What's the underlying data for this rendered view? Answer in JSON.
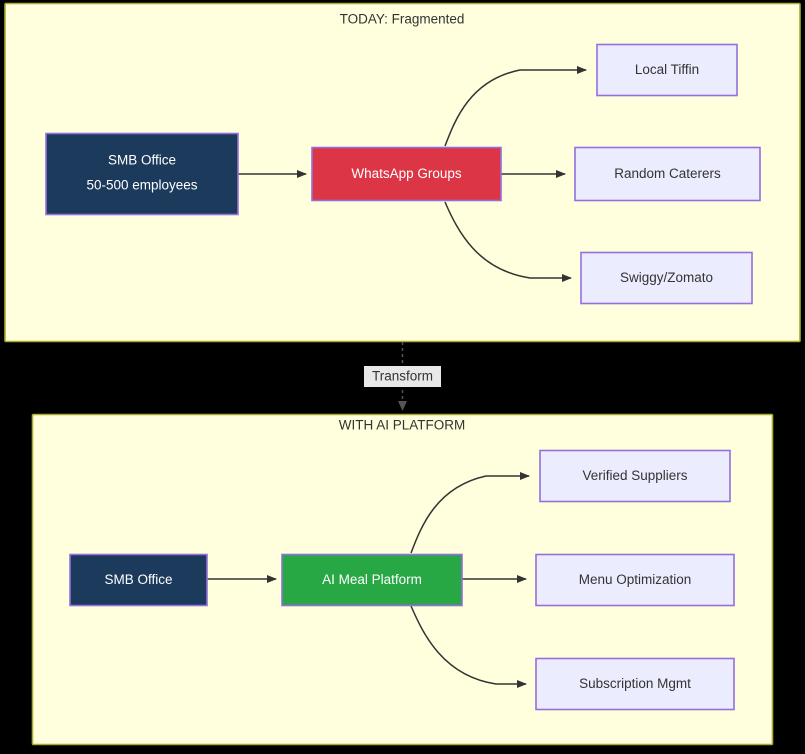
{
  "diagram": {
    "type": "flowchart",
    "direction": "left-to-right",
    "background_color": "#000000",
    "clusters": [
      {
        "id": "today",
        "title": "TODAY: Fragmented",
        "fill": "#ffffde",
        "stroke": "#aaaa33"
      },
      {
        "id": "platform",
        "title": "WITH AI PLATFORM",
        "fill": "#ffffde",
        "stroke": "#aaaa33"
      }
    ],
    "nodes": [
      {
        "id": "smb-office-today",
        "label_line1": "SMB Office",
        "label_line2": "50-500 employees",
        "style": "dark-node",
        "fill": "#1b3a5c",
        "text_color": "#ffffff"
      },
      {
        "id": "whatsapp-groups",
        "label": "WhatsApp Groups",
        "style": "red-node",
        "fill": "#dc3545",
        "text_color": "#ffffff"
      },
      {
        "id": "local-tiffin",
        "label": "Local Tiffin",
        "style": "default-node",
        "fill": "#ececff",
        "text_color": "#333333"
      },
      {
        "id": "random-caterers",
        "label": "Random Caterers",
        "style": "default-node",
        "fill": "#ececff",
        "text_color": "#333333"
      },
      {
        "id": "swiggy-zomato",
        "label": "Swiggy/Zomato",
        "style": "default-node",
        "fill": "#ececff",
        "text_color": "#333333"
      },
      {
        "id": "smb-office-platform",
        "label": "SMB Office",
        "style": "dark-node",
        "fill": "#1b3a5c",
        "text_color": "#ffffff"
      },
      {
        "id": "ai-meal-platform",
        "label": "AI Meal Platform",
        "style": "green-node",
        "fill": "#28a745",
        "text_color": "#ffffff"
      },
      {
        "id": "verified-suppliers",
        "label": "Verified Suppliers",
        "style": "default-node",
        "fill": "#ececff",
        "text_color": "#333333"
      },
      {
        "id": "menu-optimization",
        "label": "Menu Optimization",
        "style": "default-node",
        "fill": "#ececff",
        "text_color": "#333333"
      },
      {
        "id": "subscription-mgmt",
        "label": "Subscription Mgmt",
        "style": "default-node",
        "fill": "#ececff",
        "text_color": "#333333"
      }
    ],
    "edges": [
      {
        "id": "e1",
        "from": "smb-office-today",
        "to": "whatsapp-groups",
        "label": "",
        "style": "solid"
      },
      {
        "id": "e2",
        "from": "whatsapp-groups",
        "to": "local-tiffin",
        "label": "",
        "style": "solid"
      },
      {
        "id": "e3",
        "from": "whatsapp-groups",
        "to": "random-caterers",
        "label": "",
        "style": "solid"
      },
      {
        "id": "e4",
        "from": "whatsapp-groups",
        "to": "swiggy-zomato",
        "label": "",
        "style": "solid"
      },
      {
        "id": "e5",
        "from": "today",
        "to": "platform",
        "label": "Transform",
        "style": "dashed"
      },
      {
        "id": "e6",
        "from": "smb-office-platform",
        "to": "ai-meal-platform",
        "label": "",
        "style": "solid"
      },
      {
        "id": "e7",
        "from": "ai-meal-platform",
        "to": "verified-suppliers",
        "label": "",
        "style": "solid"
      },
      {
        "id": "e8",
        "from": "ai-meal-platform",
        "to": "menu-optimization",
        "label": "",
        "style": "solid"
      },
      {
        "id": "e9",
        "from": "ai-meal-platform",
        "to": "subscription-mgmt",
        "label": "",
        "style": "solid"
      }
    ]
  }
}
